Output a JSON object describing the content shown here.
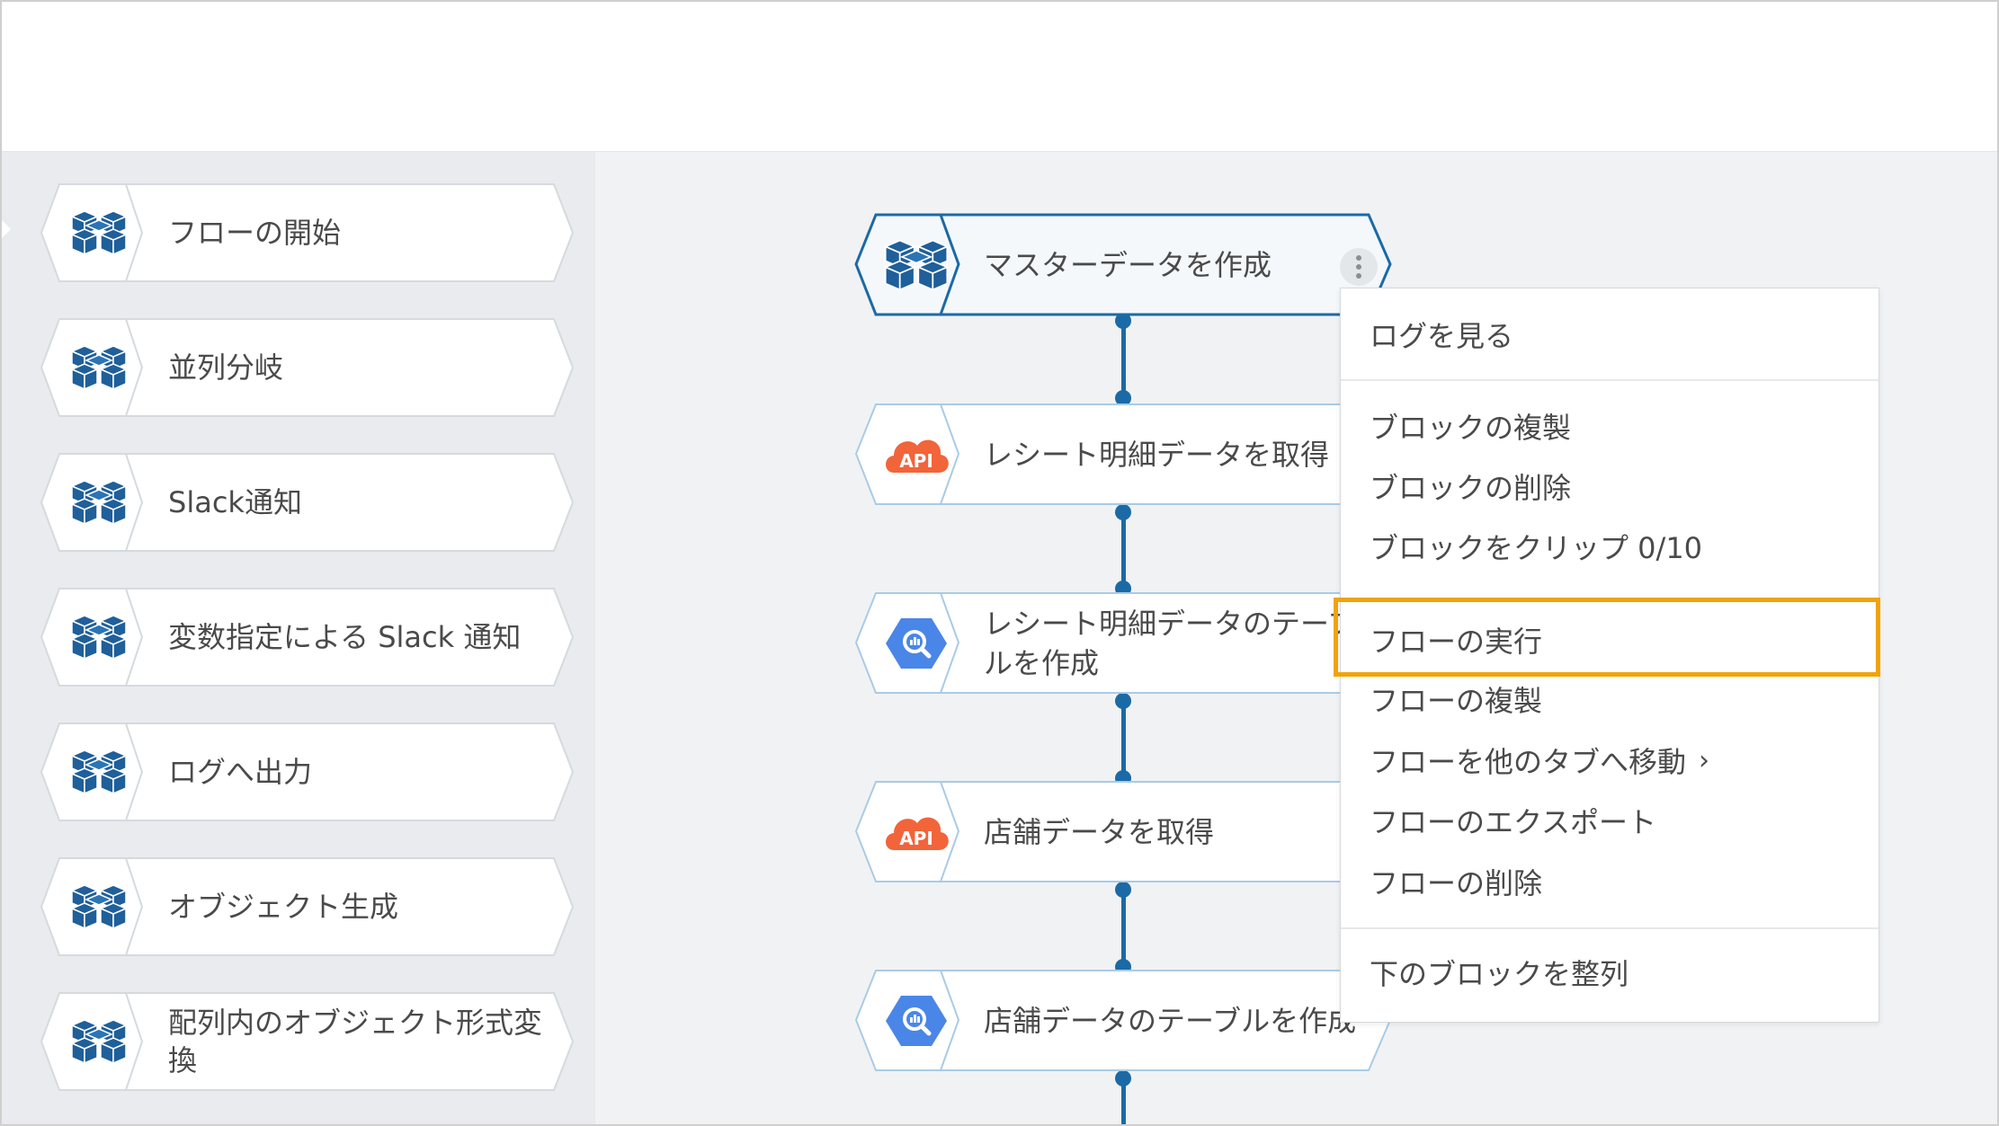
{
  "palette": {
    "items": [
      {
        "label": "フローの開始"
      },
      {
        "label": "並列分岐"
      },
      {
        "label": "Slack通知"
      },
      {
        "label": "変数指定による Slack 通知"
      },
      {
        "label": "ログへ出力"
      },
      {
        "label": "オブジェクト生成"
      },
      {
        "label": "配列内のオブジェクト形式変換"
      }
    ]
  },
  "flow": {
    "blocks": [
      {
        "label": "マスターデータを作成",
        "icon": "cube-grid-icon"
      },
      {
        "label": "レシート明細データを取得",
        "icon": "api-cloud-icon"
      },
      {
        "label": "レシート明細データのテーブルを作成",
        "icon": "bigquery-icon"
      },
      {
        "label": "店舗データを取得",
        "icon": "api-cloud-icon"
      },
      {
        "label": "店舗データのテーブルを作成",
        "icon": "bigquery-icon"
      }
    ],
    "api_icon_text": "API"
  },
  "context_menu": {
    "view_log": "ログを見る",
    "duplicate_block": "ブロックの複製",
    "delete_block": "ブロックの削除",
    "clip_block": "ブロックをクリップ 0/10",
    "run_flow": "フローの実行",
    "duplicate_flow": "フローの複製",
    "move_flow": "フローを他のタブへ移動",
    "export_flow": "フローのエクスポート",
    "delete_flow": "フローの削除",
    "align_blocks": "下のブロックを整列"
  },
  "colors": {
    "brand_blue": "#1b6aa5",
    "highlight": "#f0a30a",
    "api_orange": "#f2643a",
    "bigquery_blue": "#4a86e8"
  }
}
